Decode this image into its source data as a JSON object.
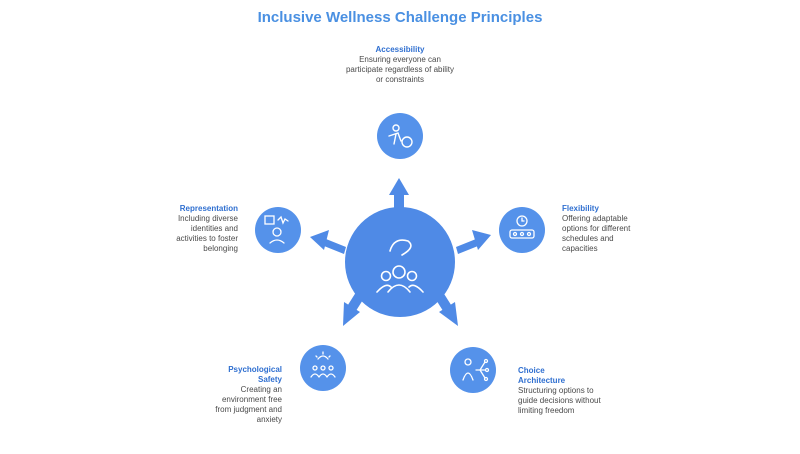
{
  "title": "Inclusive Wellness Challenge Principles",
  "colors": {
    "node": "#5592ea",
    "center": "#4f8ae6",
    "heading": "#2f6fd0",
    "title": "#4a90e2",
    "text": "#4a4a4a"
  },
  "center": {
    "icon": "people-group-icon"
  },
  "principles": [
    {
      "heading": "Accessibility",
      "description": "Ensuring everyone can participate regardless of ability or constraints",
      "icon": "ball-exercise-icon"
    },
    {
      "heading": "Flexibility",
      "description": "Offering adaptable options for different schedules and capacities",
      "icon": "clock-people-icon"
    },
    {
      "heading": "Choice Architecture",
      "description": "Structuring options to guide decisions without limiting freedom",
      "icon": "decision-tree-icon"
    },
    {
      "heading": "Psychological Safety",
      "description": "Creating an environment free from judgment and anxiety",
      "icon": "safe-group-icon"
    },
    {
      "heading": "Representation",
      "description": "Including diverse identities and activities to foster belonging",
      "icon": "identity-icon"
    }
  ]
}
